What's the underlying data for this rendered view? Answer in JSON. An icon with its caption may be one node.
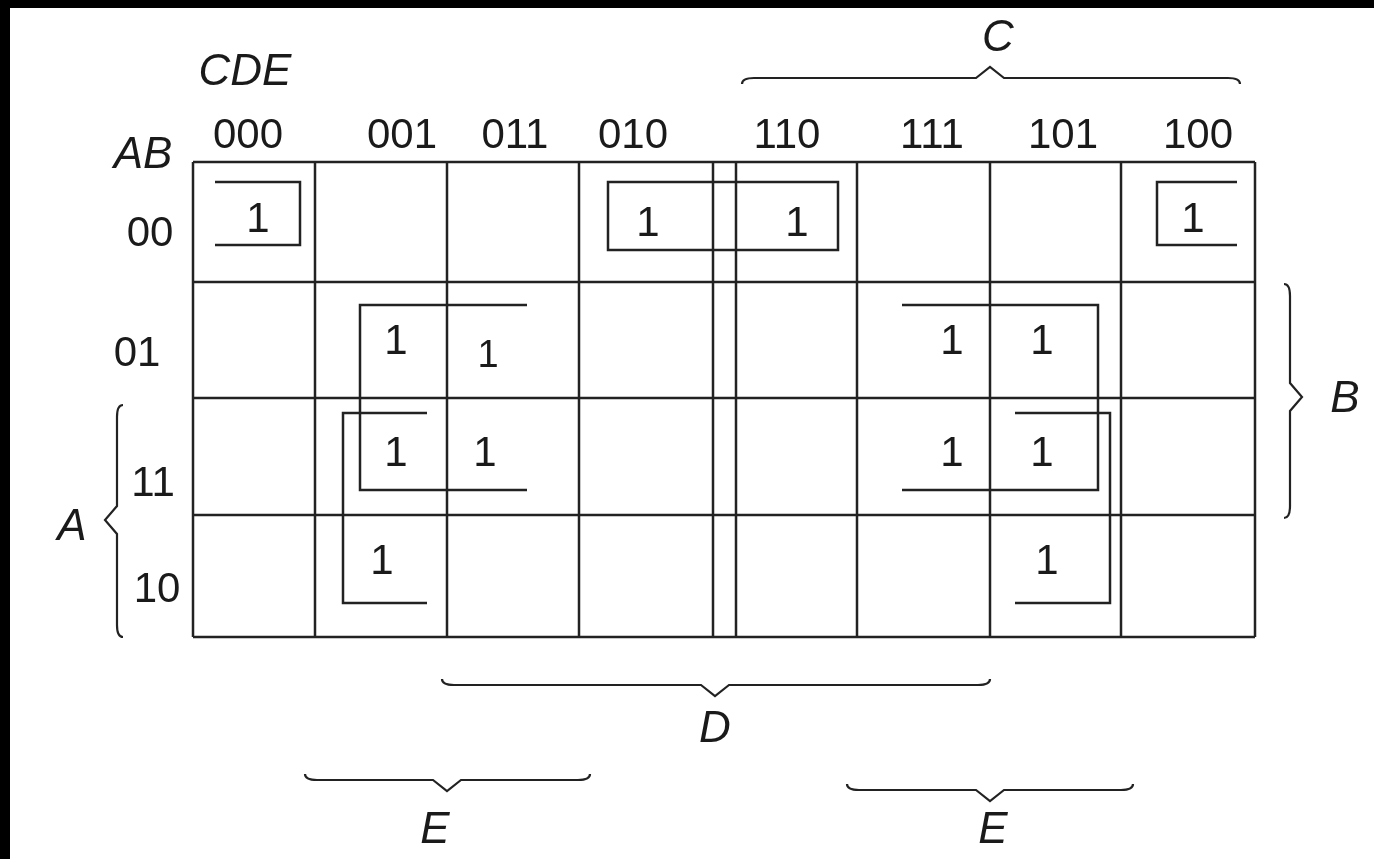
{
  "diagram": {
    "labels": [
      "C",
      "CDE",
      "AB",
      "000",
      "001",
      "011",
      "010",
      "110",
      "111",
      "101",
      "100",
      "00",
      "1",
      "1",
      "1",
      "1",
      "01",
      "1",
      "1",
      "1",
      "1",
      "B",
      "11",
      "1",
      "1",
      "1",
      "1",
      "A",
      "10",
      "1",
      "1",
      "D",
      "E",
      "E"
    ]
  }
}
